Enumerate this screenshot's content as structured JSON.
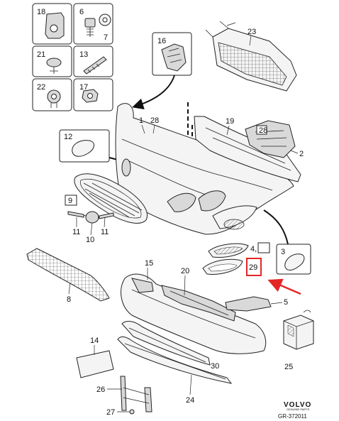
{
  "diagram": {
    "inset_labels": [
      "18",
      "6",
      "7",
      "21",
      "13",
      "22",
      "17"
    ],
    "callouts": {
      "c1": "1",
      "c2": "2",
      "c3": "3",
      "c4": "4,",
      "c5": "5",
      "c8": "8",
      "c9": "9",
      "c10": "10",
      "c11a": "11",
      "c11b": "11",
      "c12": "12",
      "c14": "14",
      "c15": "15",
      "c16": "16",
      "c19": "19",
      "c20": "20",
      "c23": "23",
      "c24": "24",
      "c25": "25",
      "c26": "26",
      "c27": "27",
      "c28a": "28",
      "c28b": "28",
      "c29": "29",
      "c30": "30"
    },
    "brand": {
      "name": "VOLVO",
      "sub": "GENUINE PARTS",
      "code": "GR-372011"
    },
    "highlight_color": "#e32626"
  }
}
